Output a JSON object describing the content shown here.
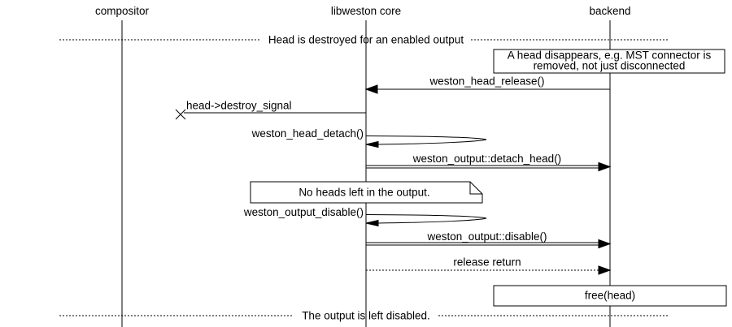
{
  "colors": {
    "ink": "#000000",
    "paper": "#ffffff"
  },
  "actors": [
    {
      "label": "compositor"
    },
    {
      "label": "libweston core"
    },
    {
      "label": "backend"
    }
  ],
  "dividers": [
    {
      "label": "Head is destroyed for an enabled output"
    },
    {
      "label": "The output is left disabled."
    }
  ],
  "notes": {
    "head_disappears": {
      "line1": "A head disappears, e.g. MST connector is",
      "line2": "removed, not just disconnected"
    },
    "no_heads": {
      "label": "No heads left in the output."
    },
    "free_head": {
      "label": "free(head)"
    }
  },
  "messages": {
    "head_release": {
      "label": "weston_head_release()"
    },
    "destroy_signal": {
      "label": "head->destroy_signal"
    },
    "head_detach": {
      "label": "weston_head_detach()"
    },
    "detach_head": {
      "label": "weston_output::detach_head()"
    },
    "output_disable": {
      "label": "weston_output_disable()"
    },
    "vfunc_disable": {
      "label": "weston_output::disable()"
    },
    "release_return": {
      "label": "release return"
    }
  }
}
